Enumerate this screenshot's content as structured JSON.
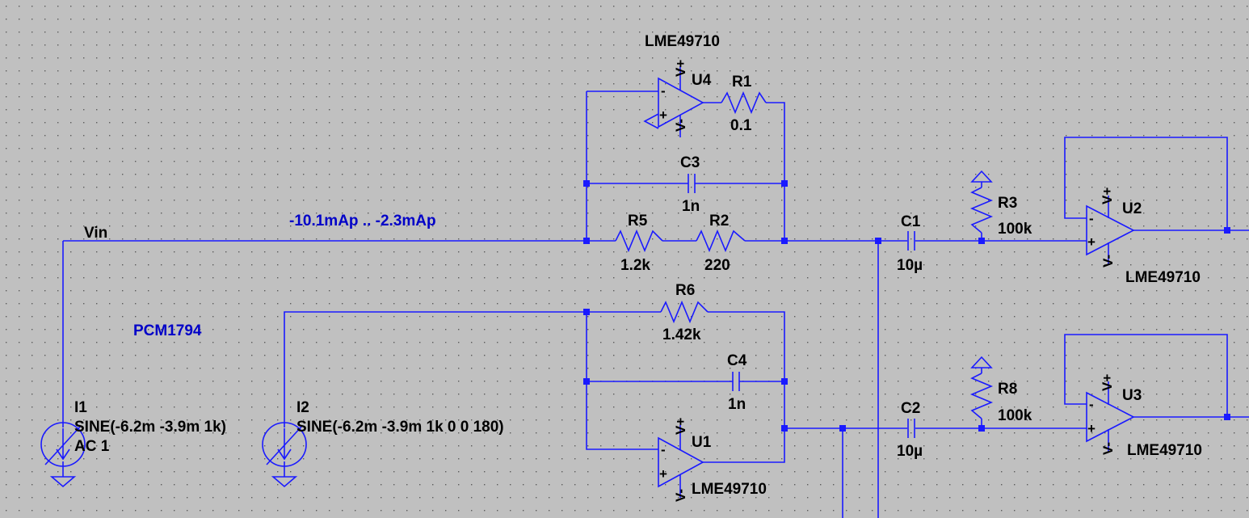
{
  "schematic": {
    "background": "#c0c0c0",
    "wire_color": "#1a1aff",
    "text_color": "#000000",
    "comment_color": "#0000c8",
    "net_label": "Vin",
    "comments": {
      "current_range": "-10.1mAp .. -2.3mAp",
      "dac": "PCM1794"
    },
    "sources": {
      "i1": {
        "name": "I1",
        "value": "SINE(-6.2m -3.9m 1k)",
        "ac": "AC 1"
      },
      "i2": {
        "name": "I2",
        "value": "SINE(-6.2m -3.9m 1k 0 0 180)"
      }
    },
    "resistors": {
      "r1": {
        "name": "R1",
        "value": "0.1"
      },
      "r2": {
        "name": "R2",
        "value": "220"
      },
      "r3": {
        "name": "R3",
        "value": "100k"
      },
      "r5": {
        "name": "R5",
        "value": "1.2k"
      },
      "r6": {
        "name": "R6",
        "value": "1.42k"
      },
      "r8": {
        "name": "R8",
        "value": "100k"
      }
    },
    "capacitors": {
      "c1": {
        "name": "C1",
        "value": "10µ"
      },
      "c2": {
        "name": "C2",
        "value": "10µ"
      },
      "c3": {
        "name": "C3",
        "value": "1n"
      },
      "c4": {
        "name": "C4",
        "value": "1n"
      }
    },
    "opamps": {
      "u1": {
        "name": "U1",
        "part": "LME49710"
      },
      "u2": {
        "name": "U2",
        "part": "LME49710"
      },
      "u3": {
        "name": "U3",
        "part": "LME49710"
      },
      "u4": {
        "name": "U4",
        "part": "LME49710"
      }
    },
    "pins": {
      "vplus": "V+",
      "vminus": "V-",
      "plus": "+",
      "minus": "-"
    }
  }
}
